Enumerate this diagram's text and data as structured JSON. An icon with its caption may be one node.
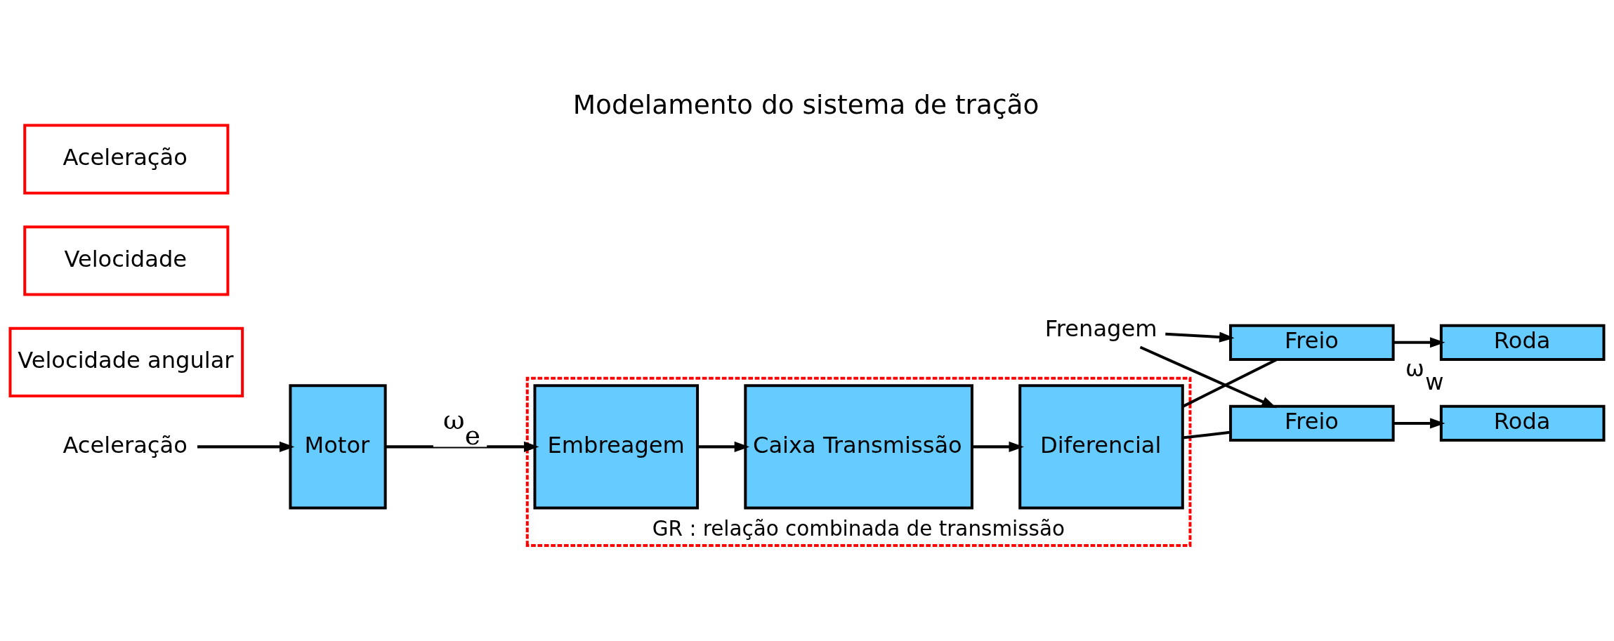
{
  "diagram": {
    "title": "Modelamento do sistema de tração",
    "nodes": [
      {
        "text": [
          "Frenagem"
        ]
      },
      {
        "text": [
          "Aceleração"
        ]
      },
      {
        "text": [
          "Motor"
        ]
      },
      {
        "text": [
          "GR : relação combinada de transmissão"
        ]
      },
      {
        "text": [
          "Embreagem"
        ],
        "in": 3
      },
      {
        "text": [
          "Caixa Transmissão"
        ],
        "in": 3
      },
      {
        "text": [
          "Diferencial"
        ],
        "in": 3
      },
      {
        "text": [
          "Freio"
        ]
      },
      {
        "text": [
          "Roda"
        ],
        "beside": [
          "ω$_{w}$"
        ]
      },
      {
        "text": [
          "Freio"
        ]
      },
      {
        "text": [
          "Roda"
        ]
      },
      {
        "text": [
          "Velocidade angular"
        ]
      },
      {
        "text": [
          "Velocidade"
        ]
      },
      {
        "text": [
          "Aceleração"
        ]
      }
    ],
    "edges": [
      {
        "from": 1,
        "to": 2,
        "arrow": "to"
      },
      {
        "from": 2,
        "to": 4,
        "arrow": "to",
        "label": "ω$_{e}$"
      },
      {
        "from": 4,
        "to": 5,
        "arrow": "to"
      },
      {
        "from": 5,
        "to": 6,
        "arrow": "to"
      },
      {
        "from": 0,
        "to": 7,
        "arrow": "to"
      },
      {
        "from": 0,
        "to": 9,
        "arrow": "to"
      },
      {
        "from": 6,
        "to": 7,
        "arrow": "none"
      },
      {
        "from": 7,
        "to": 8,
        "arrow": "to"
      },
      {
        "from": 6,
        "to": 9,
        "arrow": "none"
      },
      {
        "from": 9,
        "to": 10,
        "arrow": "to"
      }
    ]
  }
}
